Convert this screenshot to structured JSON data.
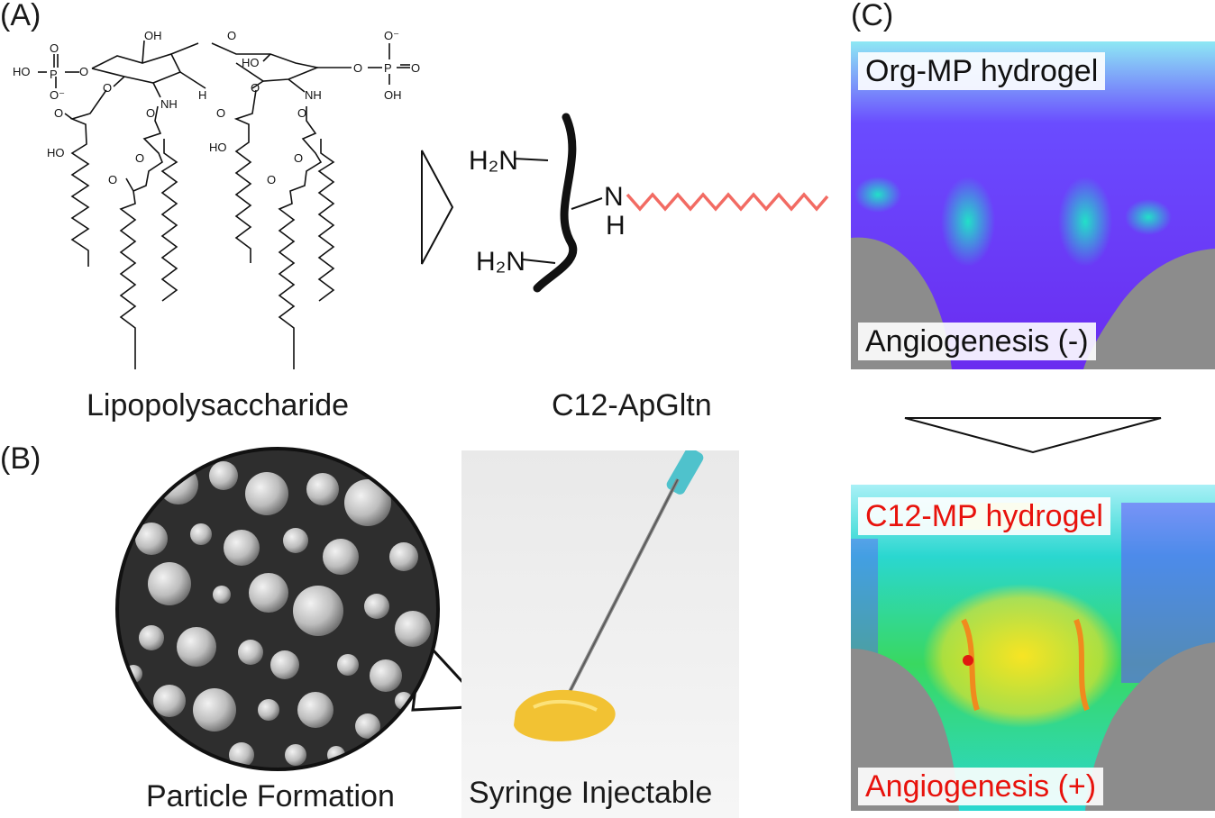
{
  "panel_a": {
    "label": "(A)",
    "lps_caption": "Lipopolysaccharide",
    "c12_caption": "C12-ApGltn",
    "chem_text": {
      "OH": "OH",
      "HO": "HO",
      "P": "P",
      "O": "O",
      "O_minus": "O⁻",
      "NH": "NH",
      "H": "H",
      "N": "N",
      "H2N_top": "H₂N",
      "H2N_bottom": "H₂N"
    }
  },
  "panel_b": {
    "label": "(B)",
    "particle_caption": "Particle Formation",
    "syringe_caption": "Syringe Injectable"
  },
  "panel_c": {
    "label": "(C)",
    "top": {
      "title": "Org-MP hydrogel",
      "result": "Angiogenesis (-)",
      "text_color": "#111111"
    },
    "bottom": {
      "title": "C12-MP hydrogel",
      "result": "Angiogenesis (+)",
      "text_color": "#e8120c"
    }
  },
  "colors": {
    "chain_red": "#f26b63",
    "background_gray": "#8c8c8c",
    "gel_yellow": "#f2c233"
  }
}
